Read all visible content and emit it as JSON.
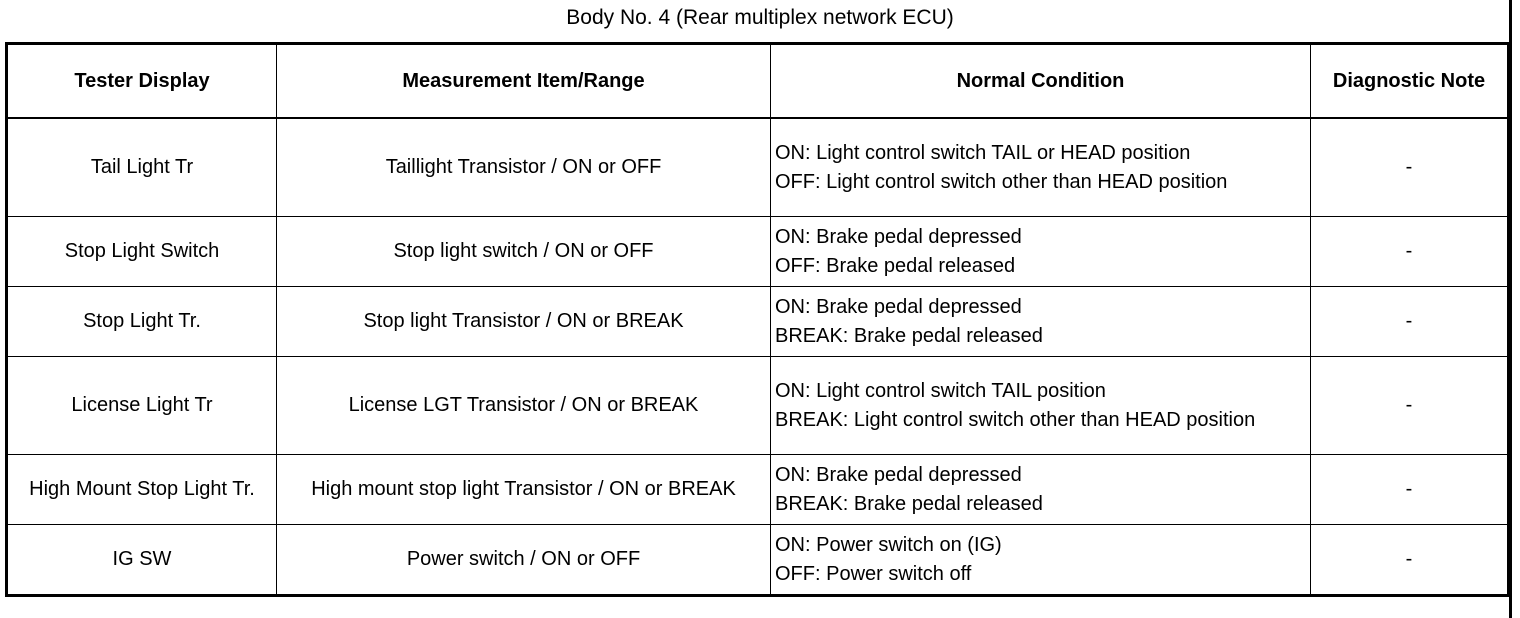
{
  "title": "Body No. 4 (Rear multiplex network ECU)",
  "table": {
    "headers": [
      "Tester Display",
      "Measurement Item/Range",
      "Normal Condition",
      "Diagnostic Note"
    ],
    "rows": [
      {
        "tester_display": "Tail Light Tr",
        "measurement": "Taillight Transistor / ON or OFF",
        "condition": [
          "ON: Light control switch TAIL or HEAD position",
          "OFF: Light control switch other than HEAD position"
        ],
        "note": "-"
      },
      {
        "tester_display": "Stop Light Switch",
        "measurement": "Stop light switch / ON or OFF",
        "condition": [
          "ON: Brake pedal depressed",
          "OFF: Brake pedal released"
        ],
        "note": "-"
      },
      {
        "tester_display": "Stop Light Tr.",
        "measurement": "Stop light Transistor / ON or BREAK",
        "condition": [
          "ON: Brake pedal depressed",
          "BREAK: Brake pedal released"
        ],
        "note": "-"
      },
      {
        "tester_display": "License Light Tr",
        "measurement": "License LGT Transistor / ON or BREAK",
        "condition": [
          "ON: Light control switch TAIL position",
          "BREAK: Light control switch other than HEAD position"
        ],
        "note": "-"
      },
      {
        "tester_display": "High Mount Stop Light Tr.",
        "measurement": "High mount stop light Transistor / ON or BREAK",
        "condition": [
          "ON: Brake pedal depressed",
          "BREAK: Brake pedal released"
        ],
        "note": "-"
      },
      {
        "tester_display": "IG SW",
        "measurement": "Power switch / ON or OFF",
        "condition": [
          "ON: Power switch on (IG)",
          "OFF: Power switch off"
        ],
        "note": "-"
      }
    ]
  }
}
